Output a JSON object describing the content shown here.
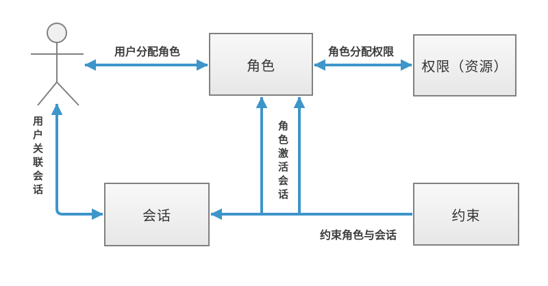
{
  "colors": {
    "arrow_blue": "#3d95c9",
    "node_border": "#7f7f7f",
    "node_fill_top": "#f8f8f8",
    "node_fill_bottom": "#e7e7e7",
    "node_text": "#333333",
    "edge_label_text": "#3c3c3c",
    "actor_stroke": "#7f7f7f",
    "actor_head_fill": "#f0f0f0",
    "background": "#ffffff"
  },
  "nodes": {
    "role": {
      "label": "角色"
    },
    "permission": {
      "label": "权限（资源）"
    },
    "session": {
      "label": "会话"
    },
    "constraint": {
      "label": "约束"
    }
  },
  "edges": {
    "user_role": {
      "label": "用户分配角色",
      "style": "double-headed horizontal arrow"
    },
    "role_permission": {
      "label": "角色分配权限",
      "style": "double-headed horizontal arrow"
    },
    "user_session": {
      "label": "用户关联会话",
      "style": "double-headed elbow arrow"
    },
    "role_session": {
      "label": "角色激活会话",
      "style": "two upward arrows into role"
    },
    "constraint_role_session": {
      "label": "约束角色与会话",
      "style": "arrow from constraint into session"
    }
  }
}
